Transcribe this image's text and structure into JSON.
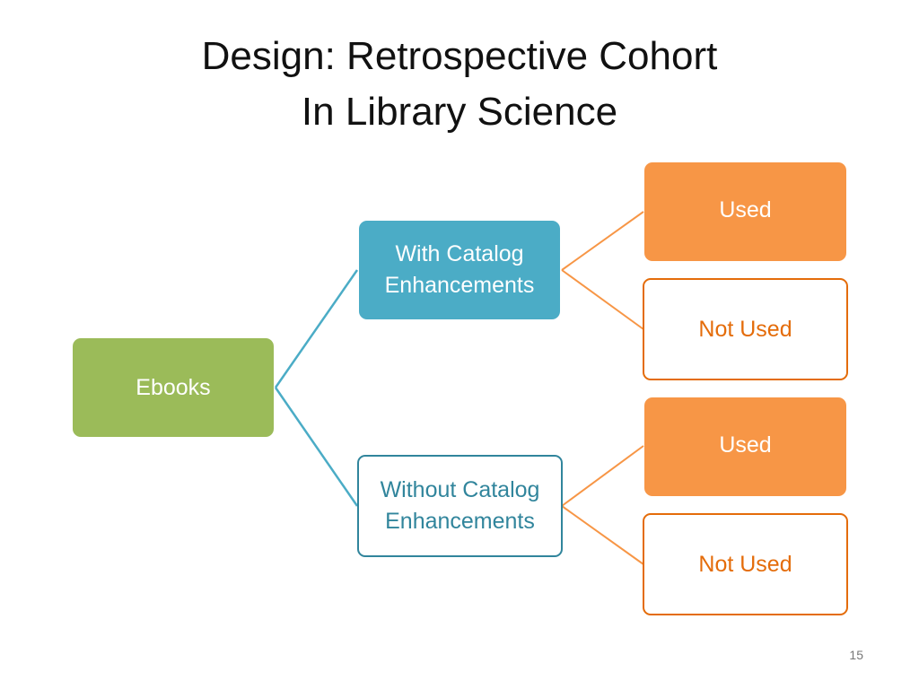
{
  "title": {
    "line1": "Design: Retrospective Cohort",
    "line2": "In Library Science"
  },
  "diagram": {
    "root": {
      "label": "Ebooks"
    },
    "branches": [
      {
        "label": "With Catalog\nEnhancements",
        "children": [
          "Used",
          "Not Used"
        ]
      },
      {
        "label": "Without Catalog\nEnhancements",
        "children": [
          "Used",
          "Not Used"
        ]
      }
    ]
  },
  "colors": {
    "root_fill": "#9bbb59",
    "branch_accent": "#4bacc6",
    "branch_outline": "#31859c",
    "leaf_fill": "#f79646",
    "leaf_outline": "#e46c0a"
  },
  "slide_number": "15"
}
